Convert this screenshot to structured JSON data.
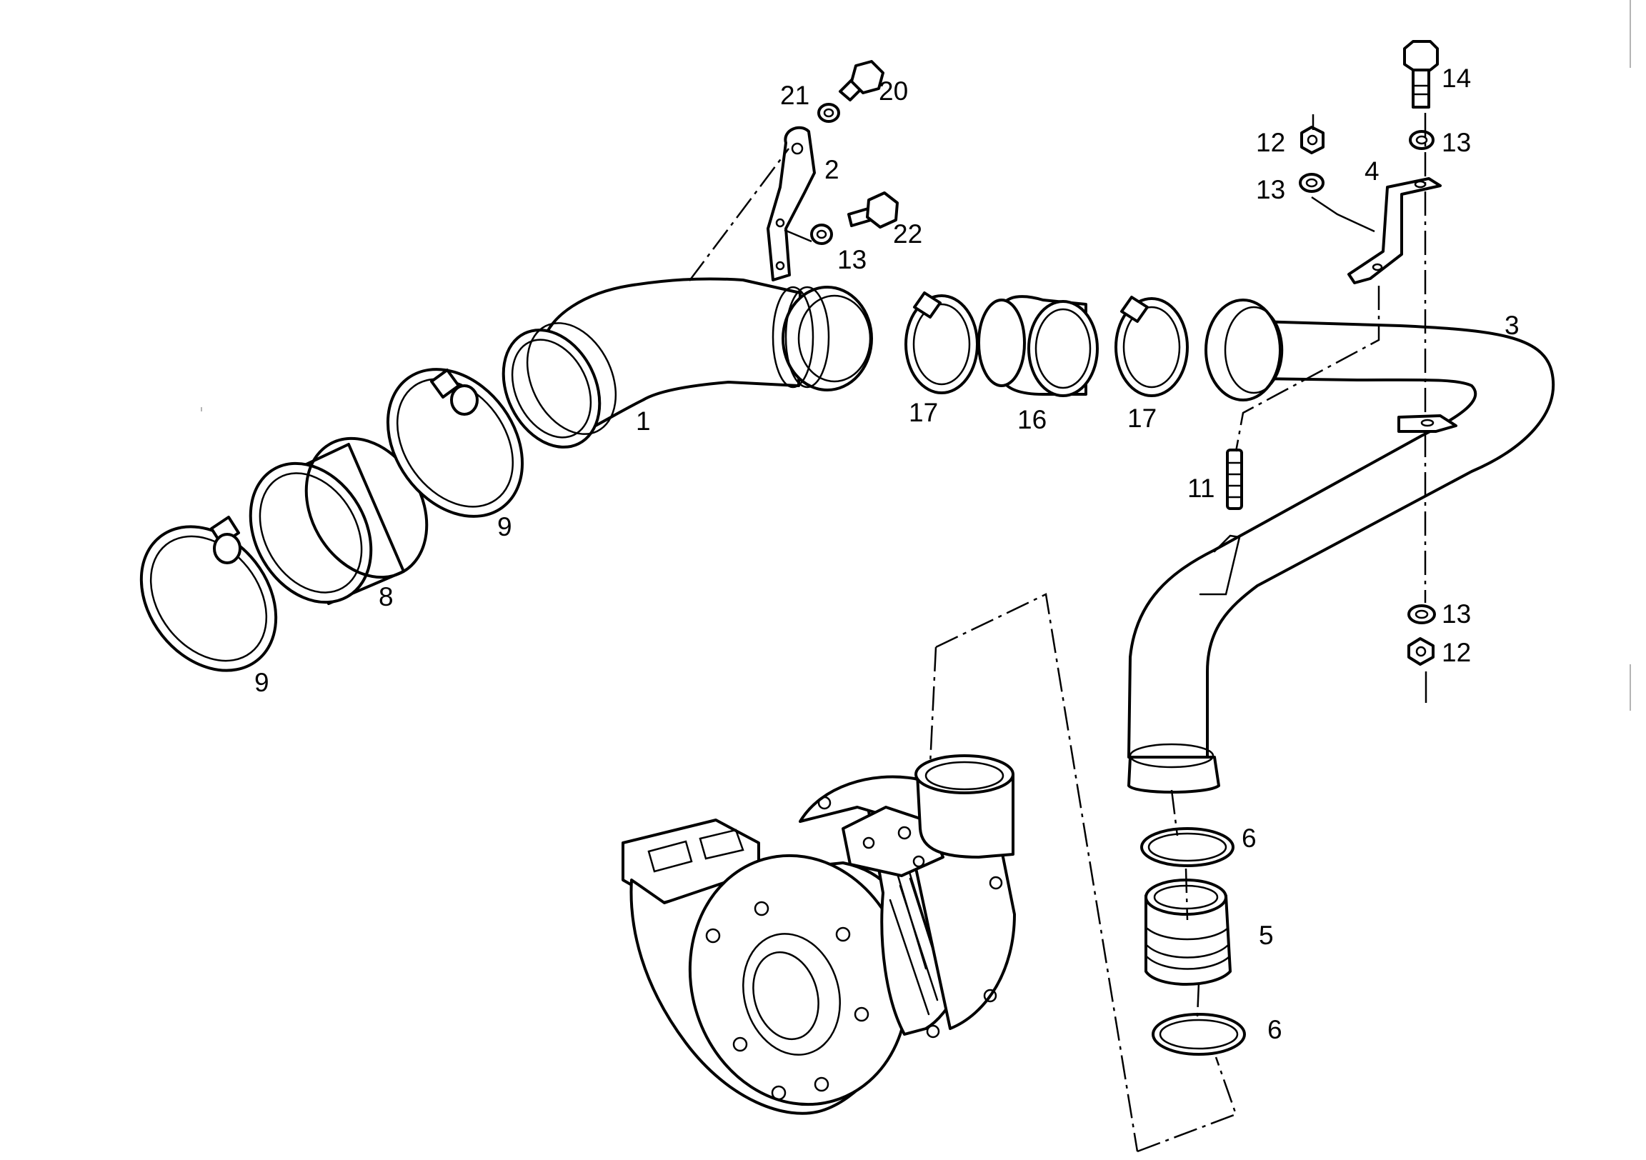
{
  "callouts": {
    "p1": "1",
    "p2": "2",
    "p3": "3",
    "p4": "4",
    "p5": "5",
    "p6a": "6",
    "p6b": "6",
    "p8": "8",
    "p9a": "9",
    "p9b": "9",
    "p11": "11",
    "p12a": "12",
    "p12b": "12",
    "p13a": "13",
    "p13b": "13",
    "p13c": "13",
    "p13d": "13",
    "p14": "14",
    "p16": "16",
    "p17a": "17",
    "p17b": "17",
    "p20": "20",
    "p21": "21",
    "p22": "22"
  }
}
